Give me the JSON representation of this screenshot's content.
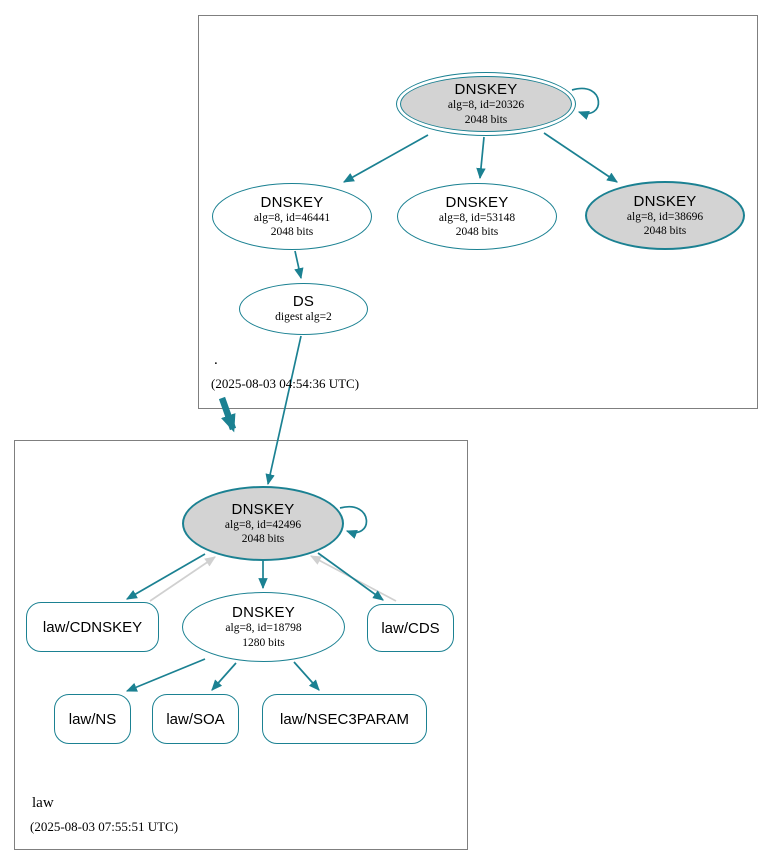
{
  "zones": {
    "root": {
      "label": ".",
      "timestamp": "(2025-08-03 04:54:36 UTC)"
    },
    "law": {
      "label": "law",
      "timestamp": "(2025-08-03 07:55:51 UTC)"
    }
  },
  "nodes": {
    "root_ksk": {
      "title": "DNSKEY",
      "detail1": "alg=8, id=20326",
      "detail2": "2048 bits"
    },
    "root_zsk1": {
      "title": "DNSKEY",
      "detail1": "alg=8, id=46441",
      "detail2": "2048 bits"
    },
    "root_zsk2": {
      "title": "DNSKEY",
      "detail1": "alg=8, id=53148",
      "detail2": "2048 bits"
    },
    "root_key3": {
      "title": "DNSKEY",
      "detail1": "alg=8, id=38696",
      "detail2": "2048 bits"
    },
    "root_ds": {
      "title": "DS",
      "detail1": "digest alg=2"
    },
    "law_ksk": {
      "title": "DNSKEY",
      "detail1": "alg=8, id=42496",
      "detail2": "2048 bits"
    },
    "law_zsk": {
      "title": "DNSKEY",
      "detail1": "alg=8, id=18798",
      "detail2": "1280 bits"
    },
    "law_cdnskey": {
      "label": "law/CDNSKEY"
    },
    "law_cds": {
      "label": "law/CDS"
    },
    "law_ns": {
      "label": "law/NS"
    },
    "law_soa": {
      "label": "law/SOA"
    },
    "law_nsec3param": {
      "label": "law/NSEC3PARAM"
    }
  },
  "colors": {
    "edge_secure_teal": "#1b8192",
    "edge_gray": "#d0d0d0",
    "ksk_fill_gray": "#d3d3d3",
    "zone_box_border_gray": "#7f7f7f"
  }
}
